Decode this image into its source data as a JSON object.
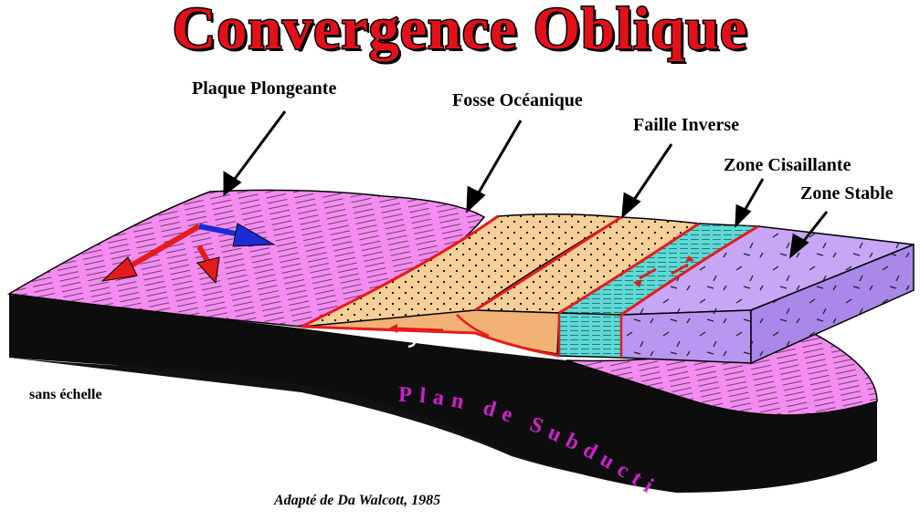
{
  "title": "Convergence Oblique",
  "labels": {
    "plaque": "Plaque Plongeante",
    "fosse": "Fosse Océanique",
    "faille": "Faille Inverse",
    "cisaillante": "Zone Cisaillante",
    "stable": "Zone Stable",
    "echelle": "sans échelle"
  },
  "subduction_text": "Plan de Subduction",
  "credit": "Adapté de Da Walcott, 1985",
  "colors": {
    "title": "#e3101a",
    "plate": "#f58cf2",
    "trench": "#f7cf98",
    "shear": "#5fd9d6",
    "stable": "#b897f0",
    "fault": "#e51b1b",
    "arrow_blue": "#1a2bd6",
    "subduction_text": "#cc22cc"
  }
}
